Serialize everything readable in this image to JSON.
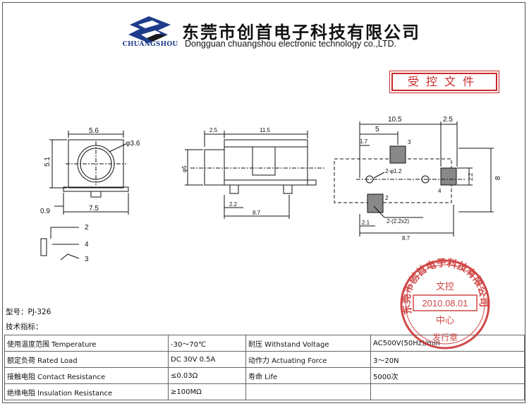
{
  "header": {
    "logo_text": "CHUANGSHOU",
    "company_cn": "东莞市创首电子科技有限公司",
    "company_en": "Dongguan chuangshou electronic technology co.,LTD."
  },
  "controlled_doc_label": "受控文件",
  "drawing": {
    "front": {
      "width": "5.6",
      "height": "5.1",
      "hole": "φ3.6",
      "base": "7.5",
      "offset": "0.9"
    },
    "side": {
      "head": "2.5",
      "body": "11.5",
      "dia": "φ5",
      "pin": "2.2",
      "span": "8.7"
    },
    "pcb": {
      "top_overall": "10.5",
      "top_right": "2.5",
      "top_mid": "5",
      "left_offset": "1.7",
      "pad_height": "2.2",
      "total_height": "8",
      "hole_label": "2-φ1.2",
      "pad_label": "2-(2.2x2)",
      "left_bottom": "2.1",
      "bottom_span": "8.7",
      "pin_labels": [
        "3",
        "2",
        "4"
      ]
    },
    "schematic": {
      "pins": [
        "2",
        "4",
        "3"
      ]
    }
  },
  "model": "型号：PJ-326",
  "spec_title": "技术指标：",
  "specs": [
    [
      "使用温度范围 Temperature",
      "-30～70℃",
      "耐压 Withstand Voltage",
      "AC500V(50Hz)/min"
    ],
    [
      "额定负荷 Rated Load",
      "DC 30V 0.5A",
      "动作力 Actuating Force",
      "3～20N"
    ],
    [
      "接触电阻 Contact Resistance",
      "≤0.03Ω",
      "寿命 Life",
      "5000次"
    ],
    [
      "绝缘电阻 Insulation Resistance",
      "≥100MΩ",
      "",
      ""
    ]
  ],
  "seal": {
    "top": "东莞市创首电子科技有限公司",
    "mid1": "文控",
    "date": "2010.08.01",
    "mid2": "中心",
    "bottom": "发行章"
  },
  "colors": {
    "seal_red": "#c82828",
    "logo_blue": "#1d3c8a",
    "logo_dark": "#1a1a1a"
  }
}
